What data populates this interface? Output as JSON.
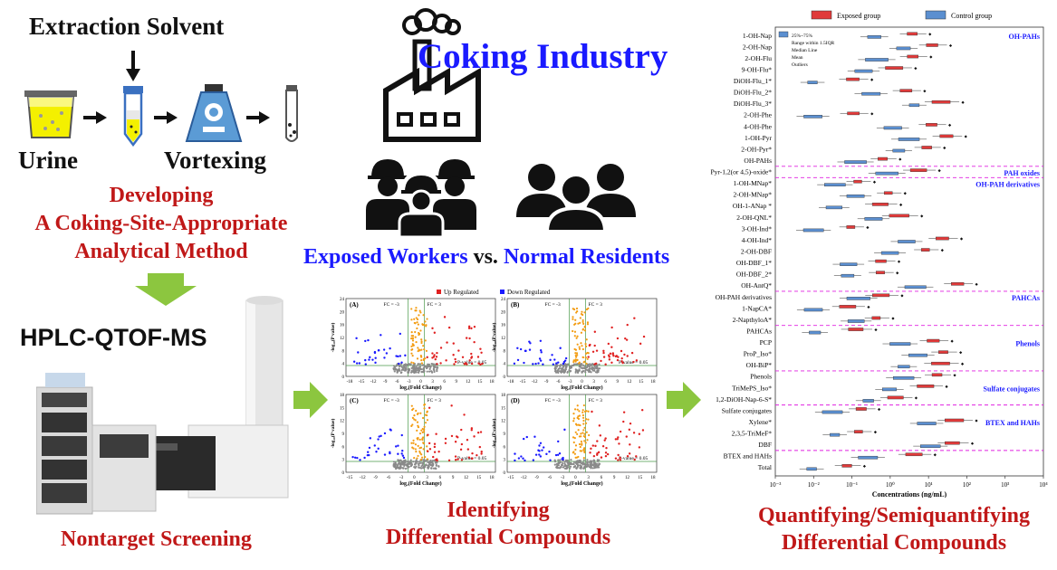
{
  "left": {
    "extraction_solvent": "Extraction Solvent",
    "urine": "Urine",
    "vortexing": "Vortexing",
    "developing_line1": "Developing",
    "developing_line2": "A Coking-Site-Appropriate",
    "developing_line3": "Analytical Method",
    "instrument": "HPLC-QTOF-MS",
    "nontarget": "Nontarget Screening"
  },
  "middle": {
    "industry": "Coking Industry",
    "exposed_workers": "Exposed Workers",
    "vs": " vs. ",
    "normal_residents": "Normal Residents",
    "identifying_line1": "Identifying",
    "identifying_line2": "Differential Compounds",
    "volcano": {
      "legend_up": "Up Regulated",
      "legend_down": "Down Regulated",
      "panels": [
        "(A)",
        "(B)",
        "(C)",
        "(D)"
      ],
      "fc_left": "FC = -3",
      "fc_right": "FC = 3",
      "pvalue": "P-value = 0.05",
      "xlabel": "log₂(Fold Change)",
      "ylabel": "-log₁₀(P value)",
      "x_ticks_top": [
        "-18",
        "-15",
        "-12",
        "-9",
        "-6",
        "-3",
        "0",
        "3",
        "6",
        "9",
        "12",
        "15",
        "18"
      ],
      "x_ticks_bottom": [
        "-15",
        "-12",
        "-9",
        "-6",
        "-3",
        "0",
        "3",
        "6",
        "9",
        "12",
        "15",
        "18"
      ],
      "y_ticks_top": [
        "24",
        "20",
        "16",
        "12",
        "8",
        "4",
        "0"
      ],
      "y_ticks_bottom": [
        "18",
        "15",
        "12",
        "9",
        "6",
        "3",
        "0"
      ]
    }
  },
  "right": {
    "legend_exposed": "Exposed group",
    "legend_control": "Control group",
    "inner_legend": [
      "25%~75%",
      "Range within 1.5IQR",
      "Median Line",
      "Mean",
      "Outliers"
    ],
    "xlabel": "Concentrations (ng/mL)",
    "x_ticks": [
      "10⁻³",
      "10⁻²",
      "10⁻¹",
      "10⁰",
      "10¹",
      "10²",
      "10³",
      "10⁴"
    ],
    "caption_line1": "Quantifying/Semiquantifying",
    "caption_line2": "Differential Compounds",
    "groups": [
      "OH-PAHs",
      "PAH oxides",
      "OH-PAH derivatives",
      "PAHCAs",
      "Phenols",
      "Sulfate conjugates",
      "BTEX and HAHs"
    ],
    "rows": [
      "1-OH-Nap",
      "2-OH-Nap",
      "2-OH-Flu",
      "9-OH-Flu*",
      "DiOH-Flu_1*",
      "DiOH-Flu_2*",
      "DiOH-Flu_3*",
      "2-OH-Phe",
      "4-OH-Phe",
      "1-OH-Pyr",
      "2-OH-Pyr*",
      "OH-PAHs",
      "Pyr-1,2(or 4,5)-oxide*",
      "1-OH-MNap*",
      "2-OH-MNap*",
      "OH-1-ANap *",
      "2-OH-QNL*",
      "3-OH-Ind*",
      "4-OH-Ind*",
      "2-OH-DBF",
      "OH-DBF_1*",
      "OH-DBF_2*",
      "OH-AntQ*",
      "OH-PAH derivatives",
      "1-NapCA*",
      "2-NapthyloA*",
      "PAHCAs",
      "PCP",
      "ProP_Iso*",
      "OH-BiP*",
      "Phenols",
      "TriMePS_Iso*",
      "1,2-DiOH-Nap-6-S*",
      "Sulfate conjugates",
      "Xylene*",
      "2,3,5-TriMeF*",
      "DBF",
      "BTEX and HAHs",
      "Total"
    ]
  },
  "colors": {
    "red": "#c01818",
    "blue": "#1a1aff",
    "green": "#8cc63f",
    "exposed": "#e03a3a",
    "control": "#5b8fd0"
  }
}
